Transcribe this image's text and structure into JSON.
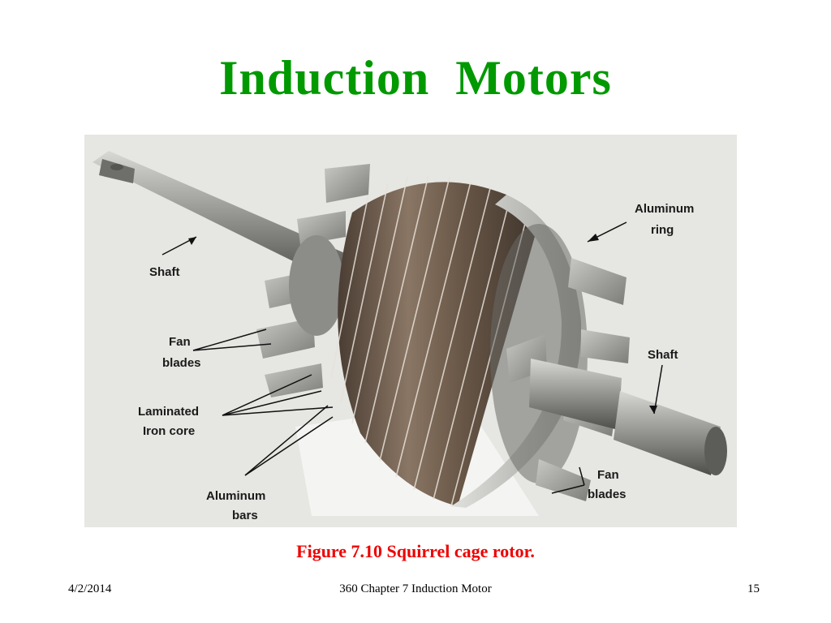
{
  "slide": {
    "title": "Induction  Motors",
    "caption": "Figure 7.10 Squirrel cage rotor."
  },
  "figure": {
    "labels": {
      "aluminum_ring_1": "Aluminum",
      "aluminum_ring_2": "ring",
      "shaft_left": "Shaft",
      "fan_left_1": "Fan",
      "fan_left_2": "blades",
      "laminated_1": "Laminated",
      "laminated_2": "Iron core",
      "bars_1": "Aluminum",
      "bars_2": "bars",
      "shaft_right": "Shaft",
      "fan_right_1": "Fan",
      "fan_right_2": "blades"
    }
  },
  "footer": {
    "date": "4/2/2014",
    "center": "360 Chapter 7 Induction Motor",
    "page": "15"
  },
  "colors": {
    "title": "#009900",
    "caption": "#ee0000"
  }
}
